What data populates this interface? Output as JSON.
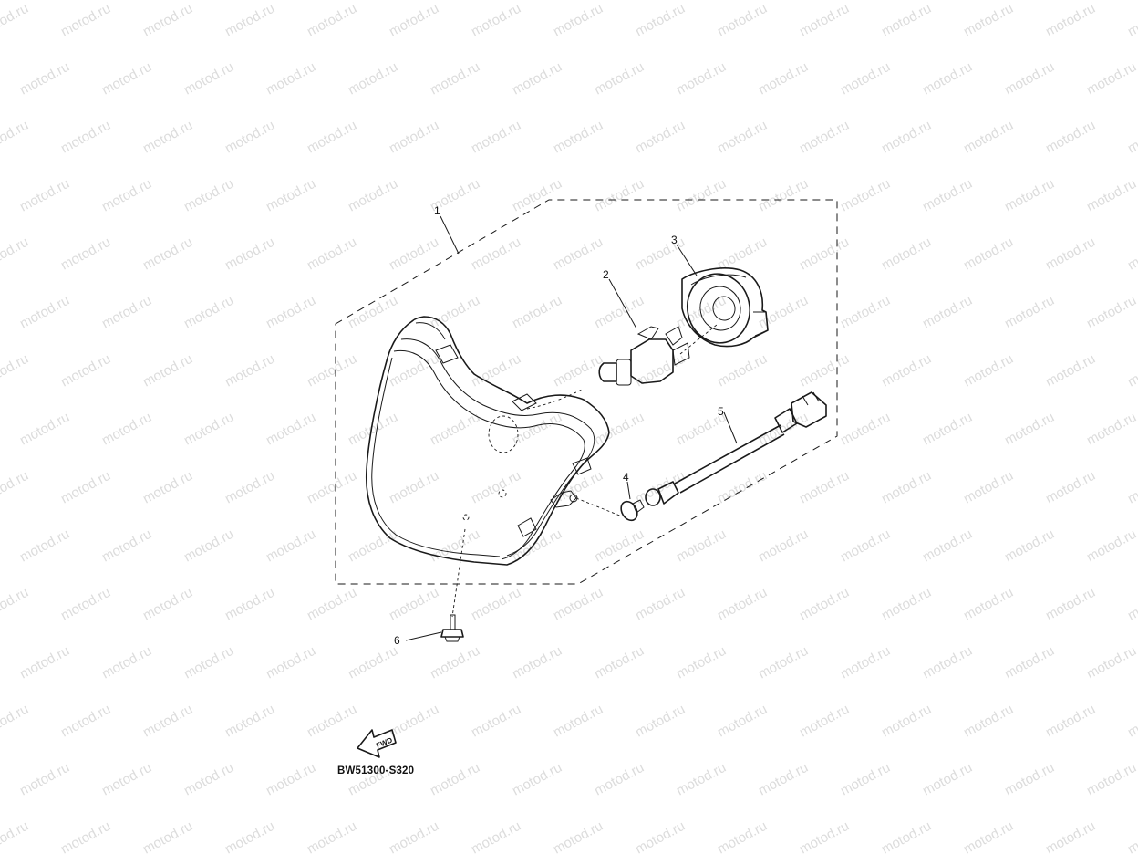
{
  "watermark": {
    "text": "motod.ru",
    "color": "#dcdcdc"
  },
  "diagram_code": "BW51300-S320",
  "fwd_label": "FWD",
  "callouts": [
    {
      "id": "1",
      "part": "headlight-assembly"
    },
    {
      "id": "2",
      "part": "headlight-bulb"
    },
    {
      "id": "3",
      "part": "bulb-cover"
    },
    {
      "id": "4",
      "part": "position-bulb"
    },
    {
      "id": "5",
      "part": "socket-cord"
    },
    {
      "id": "6",
      "part": "screw"
    }
  ],
  "colors": {
    "line": "#1a1a1a",
    "background": "#ffffff"
  }
}
